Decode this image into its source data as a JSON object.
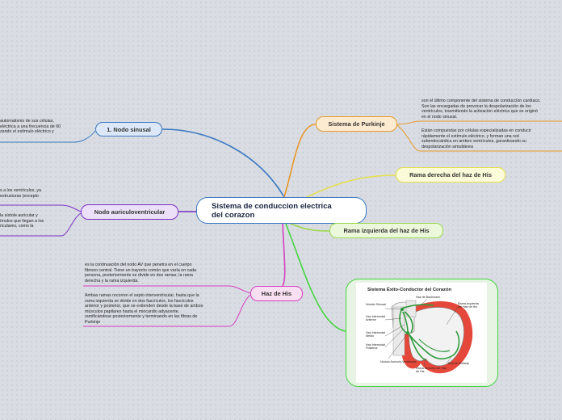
{
  "central": {
    "line1": "Sistema de conduccion electrica",
    "line2": "del corazon"
  },
  "branches": {
    "nodo_sinusal": {
      "label": "1. Nodo sinusal",
      "desc": [
        "automatismo de sus células,",
        "eléctrica a una frecuencia de 60",
        "zando el estímulo eléctrico y"
      ]
    },
    "nodo_av": {
      "label": "Nodo auriculoventricular",
      "desc1": [
        "s a los ventrículos, ya",
        "estructuras (excepto"
      ],
      "desc2": [
        "la sístole auricular y",
        "ímulos que llegan a los",
        "riculares, como la"
      ]
    },
    "haz_his": {
      "label": "Haz de His",
      "desc1": [
        "es la continuación del nodo AV que penetra en el cuerpo",
        "fibroso central. Tiene un trayecto común que varía en cada",
        "persona, posteriormente se divide en dos ramas, la rama",
        "derecha y la rama izquierda."
      ],
      "desc2": [
        "Ambas ramas recorren el septo interventricular, hasta que la",
        "rama izquierda se divide en dos fascículos, los fascículos",
        "anterior y posterior, que se extienden desde la base de ambos",
        "músculos papilares hasta el miocardio adyacente,",
        "ramificándose posteriormente y terminando en las fibras de",
        "Purkinje"
      ]
    },
    "purkinje": {
      "label": "Sistema de Purkinje",
      "desc1": [
        "son el último componente del sistema de conducción cardíaco.",
        "Son las encargadas de provocar la despolarización de los",
        "ventrículos, trasmitiendo la activación eléctrica que se originó",
        "en el nodo sinusal."
      ],
      "desc2": [
        "Están compuestas por células especializadas en conducir",
        "rápidamente el estímulo eléctrico, y forman una red",
        "subendocárdica en ambos ventrículos, garantizando su",
        "despolarización simultánea"
      ]
    },
    "rama_derecha": {
      "label": "Rama derecha del haz de His"
    },
    "rama_izquierda": {
      "label": "Rama izquierda del haz de His"
    }
  },
  "figure": {
    "title": "Sistema Éxito-Conductor del Corazón",
    "labels": {
      "bachmann": "Haz de Bachmann",
      "nodulo_sinusal": "Nódulo Sinusal",
      "internodal_anterior": "Haz Internodal Anterior",
      "internodal_medio": "Haz Internodal Medio",
      "internodal_posterior": "Haz Internodal Posterior",
      "av": "Nódulo Aurículo-Ventricular",
      "rama_izq": "Rama izquierda del Haz de His",
      "purkinje": "Red de Purkinje",
      "rama_der": "Rama derecha del Haz de His"
    }
  },
  "colors": {
    "central": "#3b78c2",
    "sinusal": "#3b78c2",
    "av": "#7a2fc7",
    "his": "#d63fbf",
    "purkinje": "#e8982a",
    "derecha": "#e6e04a",
    "izquierda": "#9bd84a",
    "imagen": "#45d43f"
  }
}
